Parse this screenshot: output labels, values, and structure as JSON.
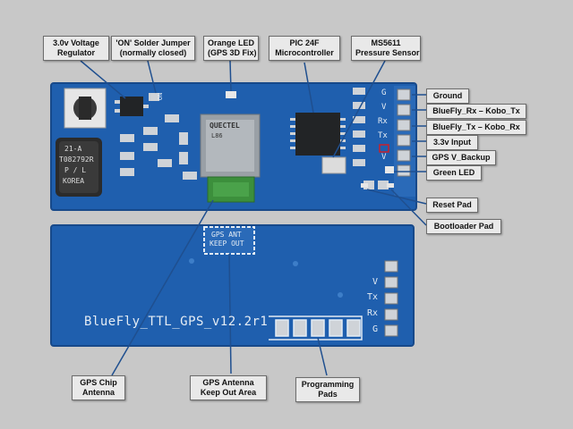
{
  "colors": {
    "background": "#c8c8c8",
    "pcb_blue": "#1f5fae",
    "pcb_blue_dark": "#17498a",
    "callout_bg": "#e9e9e9",
    "gps_module": "#9aa0a6",
    "chip_black": "#222426",
    "antenna_green": "#3c8f3c",
    "pad_silver": "#cfd3d8",
    "led_red": "#c8202b"
  },
  "callouts": {
    "voltage_regulator": [
      "3.0v Voltage",
      "Regulator"
    ],
    "solder_jumper": [
      "'ON' Solder Jumper",
      "(normally closed)"
    ],
    "orange_led": [
      "Orange LED",
      "(GPS 3D Fix)"
    ],
    "microcontroller": [
      "PIC 24F",
      "Microcontroller"
    ],
    "pressure_sensor": [
      "MS5611",
      "Pressure Sensor"
    ],
    "ground": [
      "Ground"
    ],
    "bluefly_rx": [
      "BlueFly_Rx – Kobo_Tx"
    ],
    "bluefly_tx": [
      "BlueFly_Tx – Kobo_Rx"
    ],
    "input_3v3": [
      "3.3v Input"
    ],
    "gps_backup": [
      "GPS V_Backup"
    ],
    "green_led": [
      "Green LED"
    ],
    "reset_pad": [
      "Reset Pad"
    ],
    "bootloader_pad": [
      "Bootloader Pad"
    ],
    "gps_chip_antenna": [
      "GPS Chip",
      "Antenna"
    ],
    "keep_out_area": [
      "GPS Antenna",
      "Keep Out Area"
    ],
    "programming_pads": [
      "Programming",
      "Pads"
    ]
  },
  "board": {
    "top_pin_labels": [
      "G",
      "V",
      "Rx",
      "Tx",
      "V"
    ],
    "bottom_pin_labels": [
      "V",
      "Tx",
      "Rx",
      "G"
    ],
    "silkscreen_title": "BlueFly_TTL_GPS_v12.2r1",
    "keep_out_text": [
      "GPS ANT",
      "KEEP OUT"
    ],
    "gps_module_text": [
      "QUECTEL",
      "L86"
    ],
    "buzzer_text": [
      "21-A",
      "T082792R",
      "P / L",
      "KOREA"
    ],
    "jumper_text": "ON"
  }
}
